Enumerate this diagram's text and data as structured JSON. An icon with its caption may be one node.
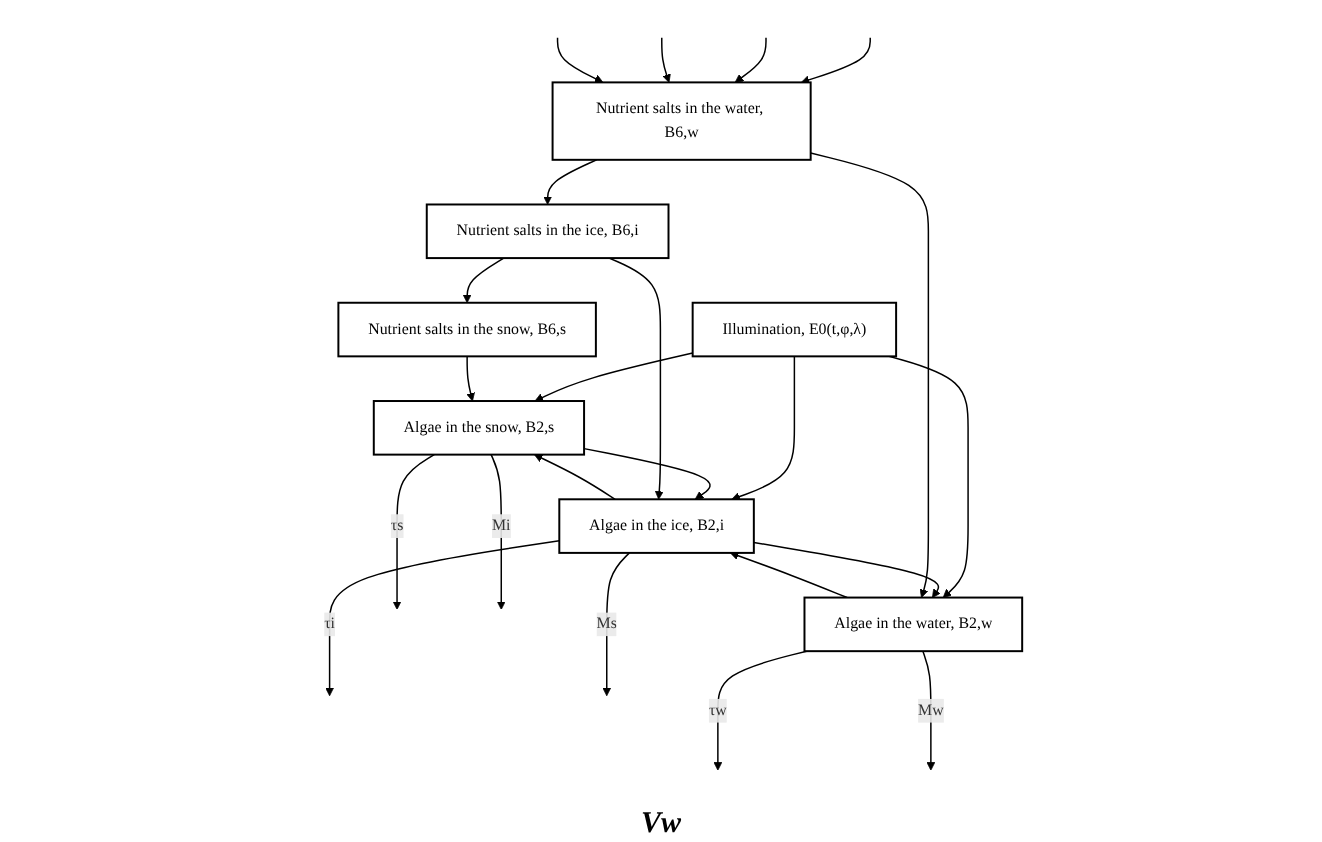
{
  "diagram": {
    "nodes": [
      {
        "text": [
          "Illumination, E0(t,φ,λ)"
        ]
      },
      {
        "text": [
          "Algae in the snow, B2,s"
        ]
      },
      {
        "text": [
          "Algae in the ice, B2,i"
        ]
      },
      {
        "text": [
          "Algae in the water, B2,w"
        ]
      },
      {
        "text": [
          "Nutrient salts in the snow, B6,s"
        ]
      },
      {
        "text": [
          "Nutrient salts in the ice, B6,i"
        ]
      },
      {
        "text": [
          "Nutrient salts in the water, B6,w"
        ]
      }
    ],
    "edges": [
      {
        "from": 0,
        "to": 1,
        "arrow": "to"
      },
      {
        "from": 0,
        "to": 2,
        "arrow": "to"
      },
      {
        "from": 0,
        "to": 3,
        "arrow": "to"
      },
      {
        "from": 2,
        "to": 1,
        "arrow": "to"
      },
      {
        "from": 1,
        "to": 2,
        "arrow": "to"
      },
      {
        "from": 3,
        "to": 2,
        "arrow": "to"
      },
      {
        "from": 2,
        "to": 3,
        "arrow": "to"
      },
      {
        "from": 1,
        "to": null,
        "arrow": "to",
        "label": "τs"
      },
      {
        "from": 1,
        "to": null,
        "arrow": "to",
        "label": "Mi"
      },
      {
        "from": 2,
        "to": null,
        "arrow": "to",
        "label": "τi"
      },
      {
        "from": 2,
        "to": null,
        "arrow": "to",
        "label": "Ms"
      },
      {
        "from": 3,
        "to": null,
        "arrow": "to",
        "label": "τw"
      },
      {
        "from": 3,
        "to": null,
        "arrow": "to",
        "label": "Mw"
      },
      {
        "from": 4,
        "to": 1,
        "arrow": "to"
      },
      {
        "from": 5,
        "to": 2,
        "arrow": "to"
      },
      {
        "from": 6,
        "to": 3,
        "arrow": "to"
      },
      {
        "from": 6,
        "to": 5,
        "arrow": "to"
      },
      {
        "from": 5,
        "to": 4,
        "arrow": "to"
      },
      {
        "from": null,
        "to": 6,
        "arrow": "to"
      },
      {
        "from": null,
        "to": 6,
        "arrow": "to"
      },
      {
        "from": null,
        "to": 6,
        "arrow": "to"
      },
      {
        "from": null,
        "to": 6,
        "arrow": "to"
      }
    ],
    "labels": [
      "Vw"
    ]
  }
}
